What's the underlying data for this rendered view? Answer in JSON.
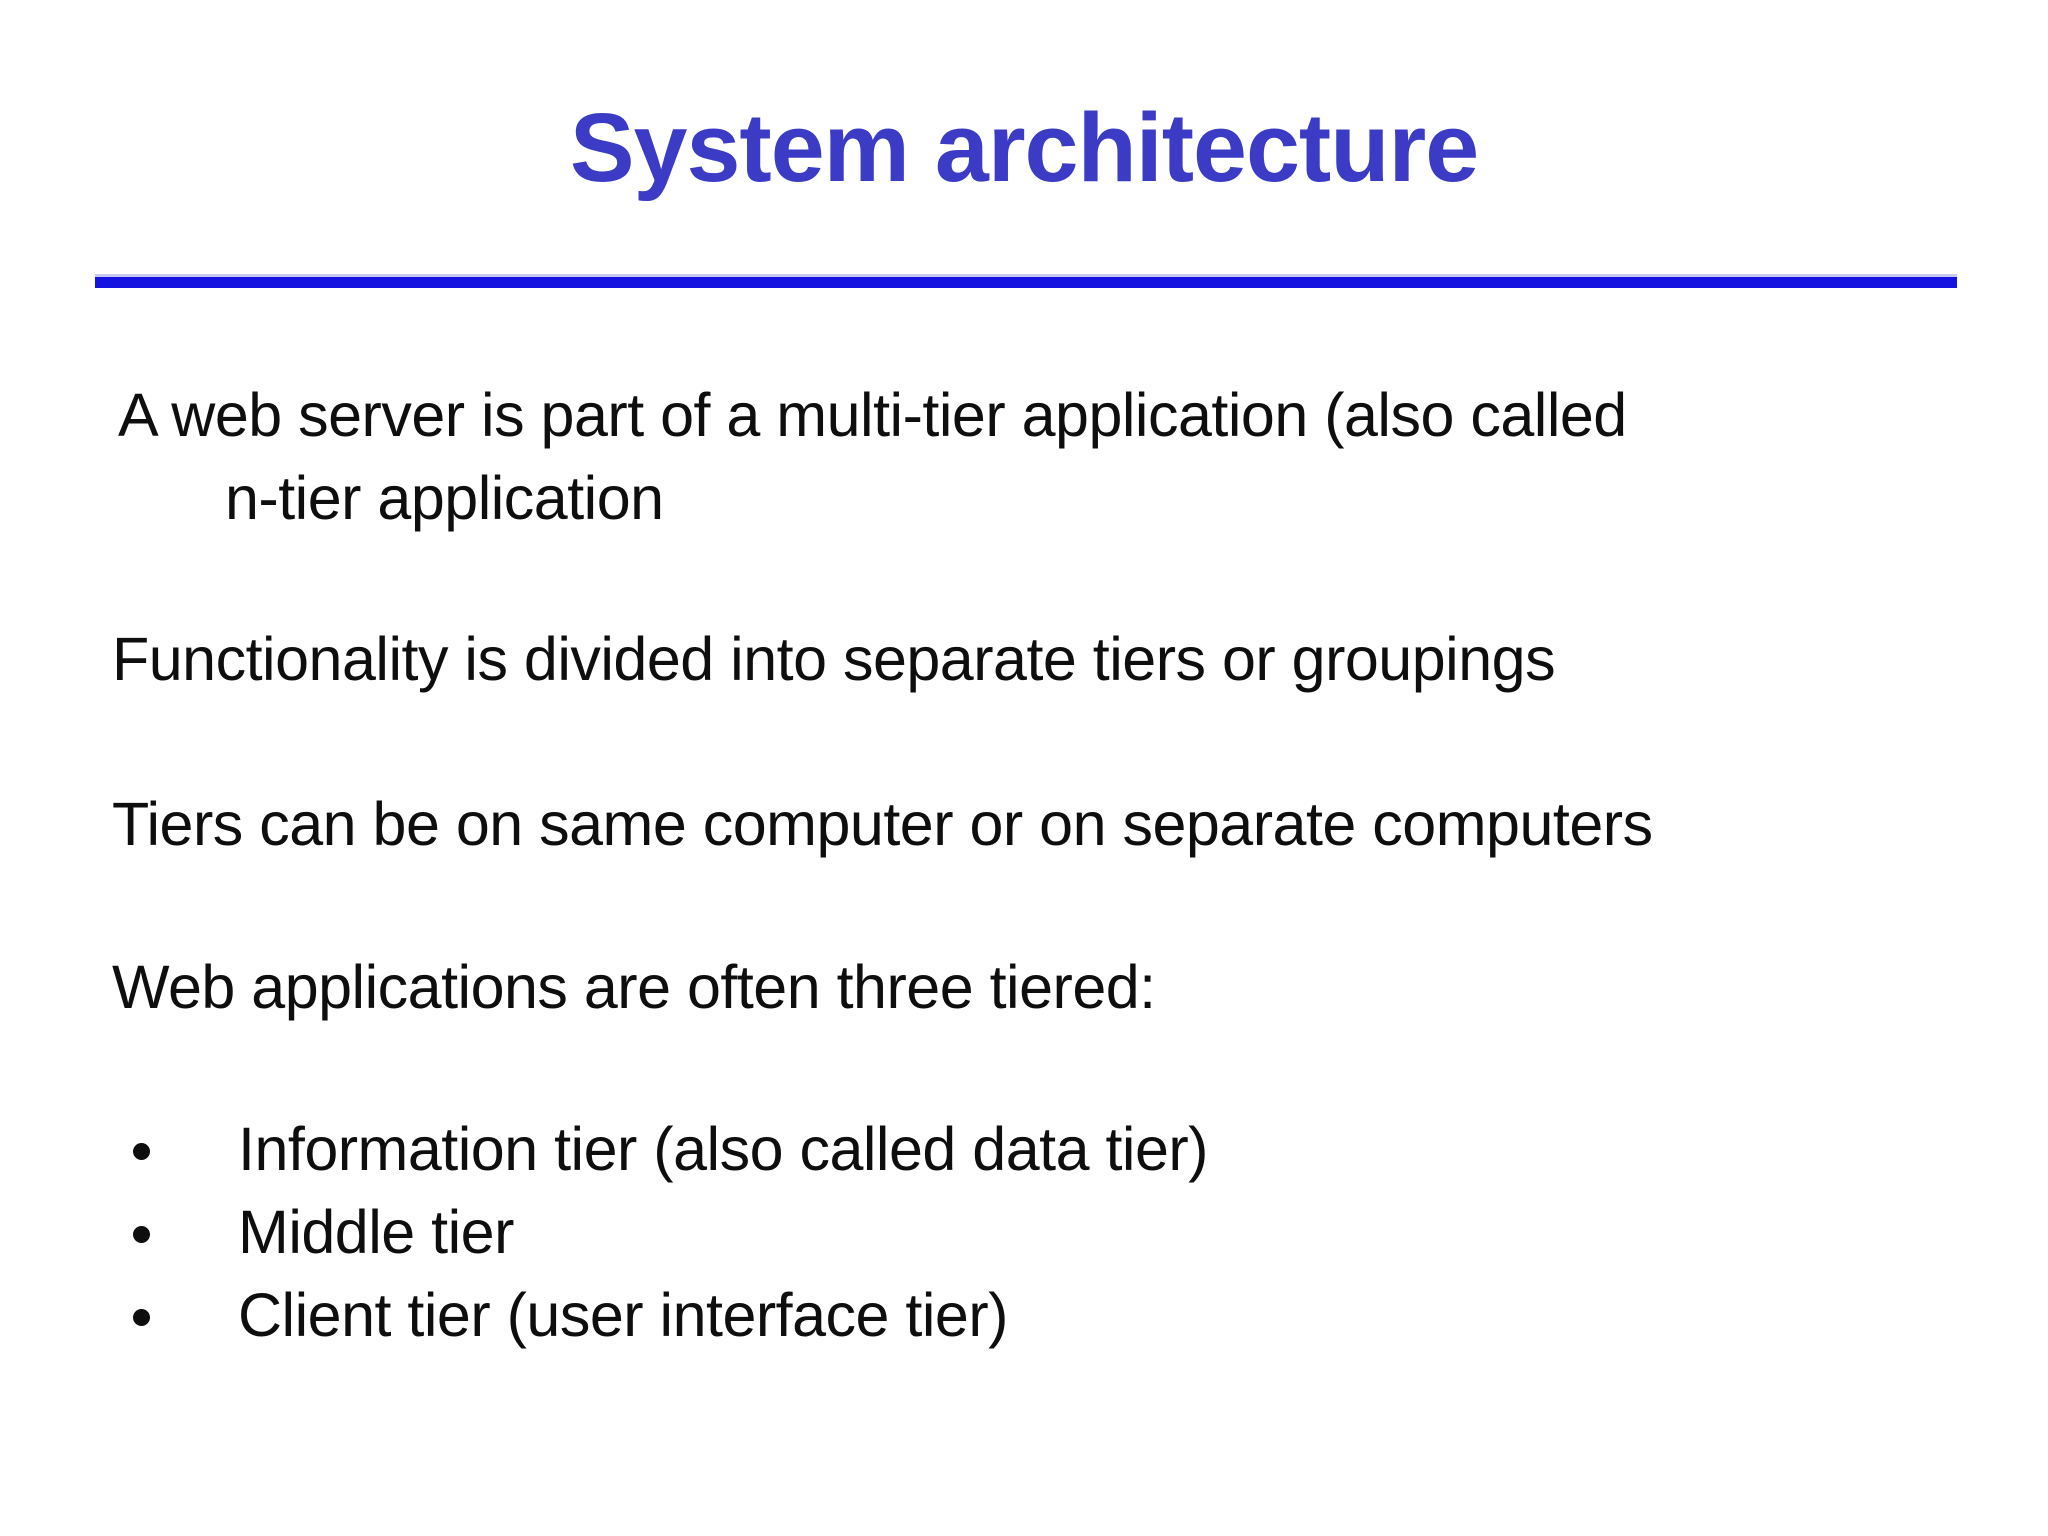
{
  "slide": {
    "title": "System architecture",
    "colors": {
      "title": "#3b3bc6",
      "rule": "#1513df",
      "body_text": "#0e0e0e"
    },
    "paragraphs": {
      "p1_line1": "A web server is part of a multi-tier application (also called",
      "p1_line2": "n-tier application",
      "p2": "Functionality is divided into separate tiers or groupings",
      "p3": "Tiers can be on same computer or on separate computers",
      "p4": "Web applications are often three tiered:"
    },
    "bullets": [
      {
        "label": "Information tier (also called data tier)"
      },
      {
        "label": "Middle tier"
      },
      {
        "label": "Client tier (user interface tier)"
      }
    ]
  }
}
